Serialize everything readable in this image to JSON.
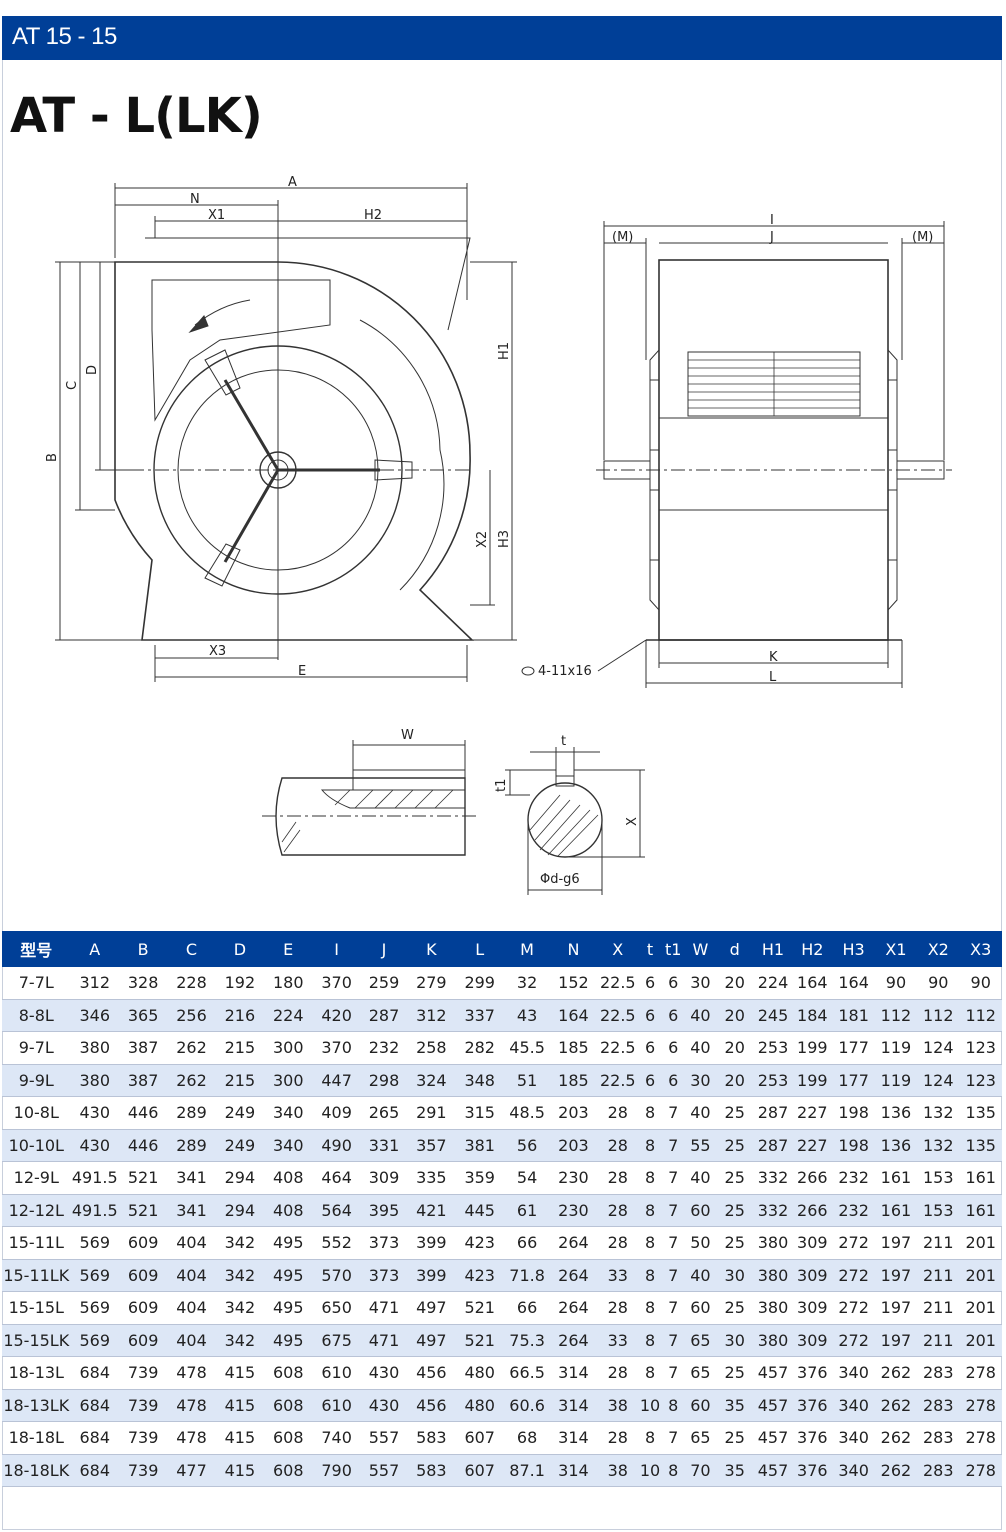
{
  "header": {
    "title": "AT 15 - 15"
  },
  "page_title": "AT - L(LK)",
  "drawing_labels": {
    "A": "A",
    "N": "N",
    "X1": "X1",
    "H2": "H2",
    "H1": "H1",
    "B": "B",
    "C": "C",
    "D": "D",
    "X2": "X2",
    "H3": "H3",
    "X3": "X3",
    "E": "E",
    "I": "I",
    "J": "J",
    "M_left": "(M)",
    "M_right": "(M)",
    "K": "K",
    "L": "L",
    "hole": "4-11x16",
    "W": "W",
    "t": "t",
    "t1": "t1",
    "X": "X",
    "d": "Φd-g6"
  },
  "table": {
    "columns": [
      "型号",
      "A",
      "B",
      "C",
      "D",
      "E",
      "I",
      "J",
      "K",
      "L",
      "M",
      "N",
      "X",
      "t",
      "t1",
      "W",
      "d",
      "H1",
      "H2",
      "H3",
      "X1",
      "X2",
      "X3"
    ],
    "rows": [
      [
        "7-7L",
        "312",
        "328",
        "228",
        "192",
        "180",
        "370",
        "259",
        "279",
        "299",
        "32",
        "152",
        "22.5",
        "6",
        "6",
        "30",
        "20",
        "224",
        "164",
        "164",
        "90",
        "90",
        "90"
      ],
      [
        "8-8L",
        "346",
        "365",
        "256",
        "216",
        "224",
        "420",
        "287",
        "312",
        "337",
        "43",
        "164",
        "22.5",
        "6",
        "6",
        "40",
        "20",
        "245",
        "184",
        "181",
        "112",
        "112",
        "112"
      ],
      [
        "9-7L",
        "380",
        "387",
        "262",
        "215",
        "300",
        "370",
        "232",
        "258",
        "282",
        "45.5",
        "185",
        "22.5",
        "6",
        "6",
        "40",
        "20",
        "253",
        "199",
        "177",
        "119",
        "124",
        "123"
      ],
      [
        "9-9L",
        "380",
        "387",
        "262",
        "215",
        "300",
        "447",
        "298",
        "324",
        "348",
        "51",
        "185",
        "22.5",
        "6",
        "6",
        "30",
        "20",
        "253",
        "199",
        "177",
        "119",
        "124",
        "123"
      ],
      [
        "10-8L",
        "430",
        "446",
        "289",
        "249",
        "340",
        "409",
        "265",
        "291",
        "315",
        "48.5",
        "203",
        "28",
        "8",
        "7",
        "40",
        "25",
        "287",
        "227",
        "198",
        "136",
        "132",
        "135"
      ],
      [
        "10-10L",
        "430",
        "446",
        "289",
        "249",
        "340",
        "490",
        "331",
        "357",
        "381",
        "56",
        "203",
        "28",
        "8",
        "7",
        "55",
        "25",
        "287",
        "227",
        "198",
        "136",
        "132",
        "135"
      ],
      [
        "12-9L",
        "491.5",
        "521",
        "341",
        "294",
        "408",
        "464",
        "309",
        "335",
        "359",
        "54",
        "230",
        "28",
        "8",
        "7",
        "40",
        "25",
        "332",
        "266",
        "232",
        "161",
        "153",
        "161"
      ],
      [
        "12-12L",
        "491.5",
        "521",
        "341",
        "294",
        "408",
        "564",
        "395",
        "421",
        "445",
        "61",
        "230",
        "28",
        "8",
        "7",
        "60",
        "25",
        "332",
        "266",
        "232",
        "161",
        "153",
        "161"
      ],
      [
        "15-11L",
        "569",
        "609",
        "404",
        "342",
        "495",
        "552",
        "373",
        "399",
        "423",
        "66",
        "264",
        "28",
        "8",
        "7",
        "50",
        "25",
        "380",
        "309",
        "272",
        "197",
        "211",
        "201"
      ],
      [
        "15-11LK",
        "569",
        "609",
        "404",
        "342",
        "495",
        "570",
        "373",
        "399",
        "423",
        "71.8",
        "264",
        "33",
        "8",
        "7",
        "40",
        "30",
        "380",
        "309",
        "272",
        "197",
        "211",
        "201"
      ],
      [
        "15-15L",
        "569",
        "609",
        "404",
        "342",
        "495",
        "650",
        "471",
        "497",
        "521",
        "66",
        "264",
        "28",
        "8",
        "7",
        "60",
        "25",
        "380",
        "309",
        "272",
        "197",
        "211",
        "201"
      ],
      [
        "15-15LK",
        "569",
        "609",
        "404",
        "342",
        "495",
        "675",
        "471",
        "497",
        "521",
        "75.3",
        "264",
        "33",
        "8",
        "7",
        "65",
        "30",
        "380",
        "309",
        "272",
        "197",
        "211",
        "201"
      ],
      [
        "18-13L",
        "684",
        "739",
        "478",
        "415",
        "608",
        "610",
        "430",
        "456",
        "480",
        "66.5",
        "314",
        "28",
        "8",
        "7",
        "65",
        "25",
        "457",
        "376",
        "340",
        "262",
        "283",
        "278"
      ],
      [
        "18-13LK",
        "684",
        "739",
        "478",
        "415",
        "608",
        "610",
        "430",
        "456",
        "480",
        "60.6",
        "314",
        "38",
        "10",
        "8",
        "60",
        "35",
        "457",
        "376",
        "340",
        "262",
        "283",
        "278"
      ],
      [
        "18-18L",
        "684",
        "739",
        "478",
        "415",
        "608",
        "740",
        "557",
        "583",
        "607",
        "68",
        "314",
        "28",
        "8",
        "7",
        "65",
        "25",
        "457",
        "376",
        "340",
        "262",
        "283",
        "278"
      ],
      [
        "18-18LK",
        "684",
        "739",
        "477",
        "415",
        "608",
        "790",
        "557",
        "583",
        "607",
        "87.1",
        "314",
        "38",
        "10",
        "8",
        "70",
        "35",
        "457",
        "376",
        "340",
        "262",
        "283",
        "278"
      ]
    ]
  }
}
